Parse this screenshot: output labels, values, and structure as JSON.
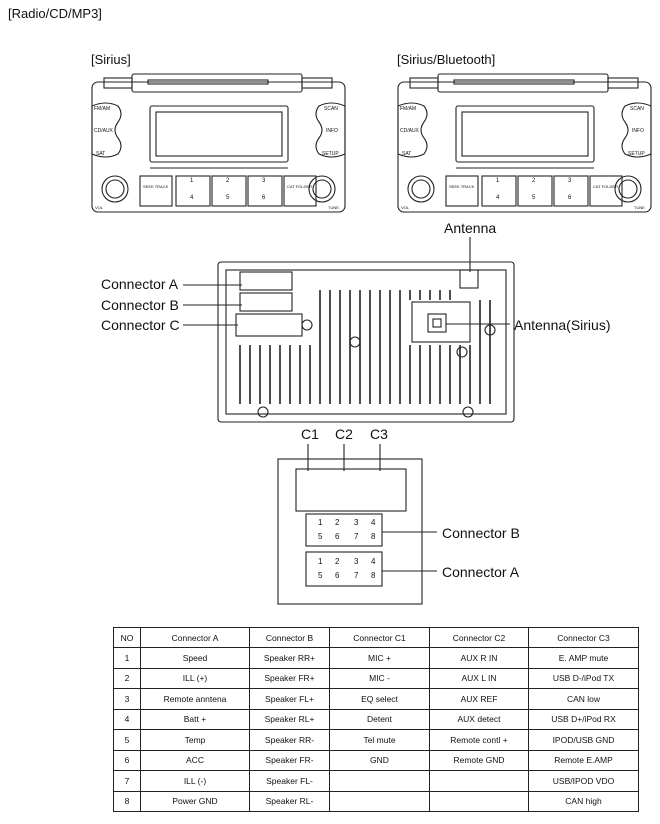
{
  "title": "[Radio/CD/MP3]",
  "units": [
    {
      "label": "[Sirius]",
      "left_buttons": [
        "FM/AM",
        "CD/AUX",
        "SAT"
      ],
      "right_buttons": [
        "SCAN",
        "INFO",
        "SETUP"
      ],
      "center_buttons": [
        "SEEK TRACK",
        "CAT FOLDER"
      ],
      "presets": [
        "1",
        "2",
        "3",
        "4",
        "5",
        "6"
      ],
      "knob_labels": [
        "VOL",
        "TUNE"
      ]
    },
    {
      "label": "[Sirius/Bluetooth]",
      "left_buttons": [
        "FM/AM",
        "CD/AUX",
        "SAT"
      ],
      "right_buttons": [
        "SCAN",
        "INFO",
        "SETUP"
      ],
      "center_buttons": [
        "SEEK TRACK",
        "CAT FOLDER"
      ],
      "presets": [
        "1",
        "2",
        "3",
        "4",
        "5",
        "6"
      ],
      "knob_labels": [
        "VOL",
        "TUNE"
      ]
    }
  ],
  "rear_labels": {
    "connector_a": "Connector A",
    "connector_b": "Connector B",
    "connector_c": "Connector C",
    "antenna": "Antenna",
    "antenna_sirius": "Antenna(Sirius)"
  },
  "pinout_labels": {
    "c1": "C1",
    "c2": "C2",
    "c3": "C3",
    "connector_b": "Connector B",
    "connector_a": "Connector A",
    "block_pins": [
      "1",
      "2",
      "3",
      "4",
      "5",
      "6",
      "7",
      "8"
    ]
  },
  "table": {
    "headers": [
      "NO",
      "Connector A",
      "Connector B",
      "Connector C1",
      "Connector C2",
      "Connector C3"
    ],
    "rows": [
      [
        "1",
        "Speed",
        "Speaker RR+",
        "MIC +",
        "AUX R IN",
        "E. AMP mute"
      ],
      [
        "2",
        "ILL (+)",
        "Speaker FR+",
        "MIC -",
        "AUX L IN",
        "USB D-/iPod TX"
      ],
      [
        "3",
        "Remote anntena",
        "Speaker FL+",
        "EQ select",
        "AUX REF",
        "CAN low"
      ],
      [
        "4",
        "Batt +",
        "Speaker RL+",
        "Detent",
        "AUX detect",
        "USB D+/iPod RX"
      ],
      [
        "5",
        "Temp",
        "Speaker RR-",
        "Tel mute",
        "Remote contl +",
        "IPOD/USB GND"
      ],
      [
        "6",
        "ACC",
        "Speaker FR-",
        "GND",
        "Remote GND",
        "Remote E.AMP"
      ],
      [
        "7",
        "ILL (-)",
        "Speaker FL-",
        "",
        "",
        "USB/IPOD VDO"
      ],
      [
        "8",
        "Power GND",
        "Speaker RL-",
        "",
        "",
        "CAN high"
      ]
    ]
  }
}
